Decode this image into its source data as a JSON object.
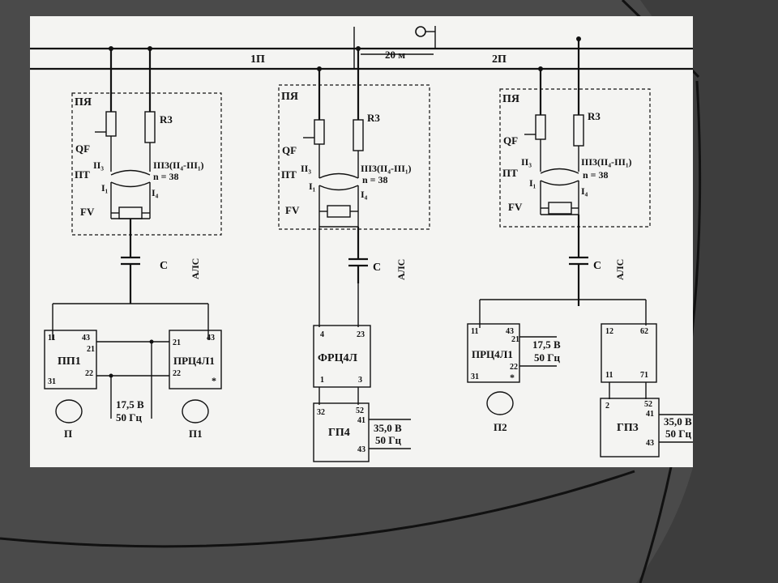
{
  "line_labels": {
    "track1": "1П",
    "track2": "2П",
    "distance": "20 м"
  },
  "set_labels": {
    "relay_box": "ПЯ",
    "breaker": "QF",
    "resistor": "R3",
    "transformer": "ПТ",
    "arrester": "FV",
    "capacitor": "C",
    "cable": "АЛС",
    "ratio": "n = 38",
    "tap_left": "II₃",
    "tap_left_low": "I₁",
    "tap_right": "III3(II₄-III₁)",
    "tap_right_low": "I₄"
  },
  "left_set": {
    "pp1": "ПП1",
    "prc": "ПРЦ4Л1",
    "pp1_pins": [
      "11",
      "43",
      "21",
      "31",
      "22"
    ],
    "prc_pins": [
      "21",
      "43",
      "22"
    ],
    "supply_v": "17,5 В",
    "supply_f": "50 Гц",
    "relay_a": "П",
    "relay_b": "П1",
    "mark": "*"
  },
  "mid_set": {
    "frc": "ФРЦ4Л",
    "frc_pins": [
      "4",
      "23",
      "1",
      "3"
    ],
    "gp": "ГП4",
    "gp_pins": [
      "32",
      "52",
      "41",
      "43"
    ],
    "supply_v": "35,0 В",
    "supply_f": "50 Гц"
  },
  "right_set": {
    "prc": "ПРЦ4Л1",
    "prc_pins": [
      "11",
      "43",
      "21",
      "31",
      "22"
    ],
    "supply_v": "17,5 В",
    "supply_f": "50 Гц",
    "relay": "П2",
    "mark": "*",
    "unit_pins": [
      "12",
      "62",
      "11",
      "71"
    ],
    "gp": "ГП3",
    "gp_pins": [
      "2",
      "52",
      "41",
      "43"
    ],
    "supply2_v": "35,0 В",
    "supply2_f": "50 Гц"
  },
  "colors": {
    "background": "#3d3d3d",
    "paper": "#f4f4f2",
    "ink": "#111111"
  }
}
